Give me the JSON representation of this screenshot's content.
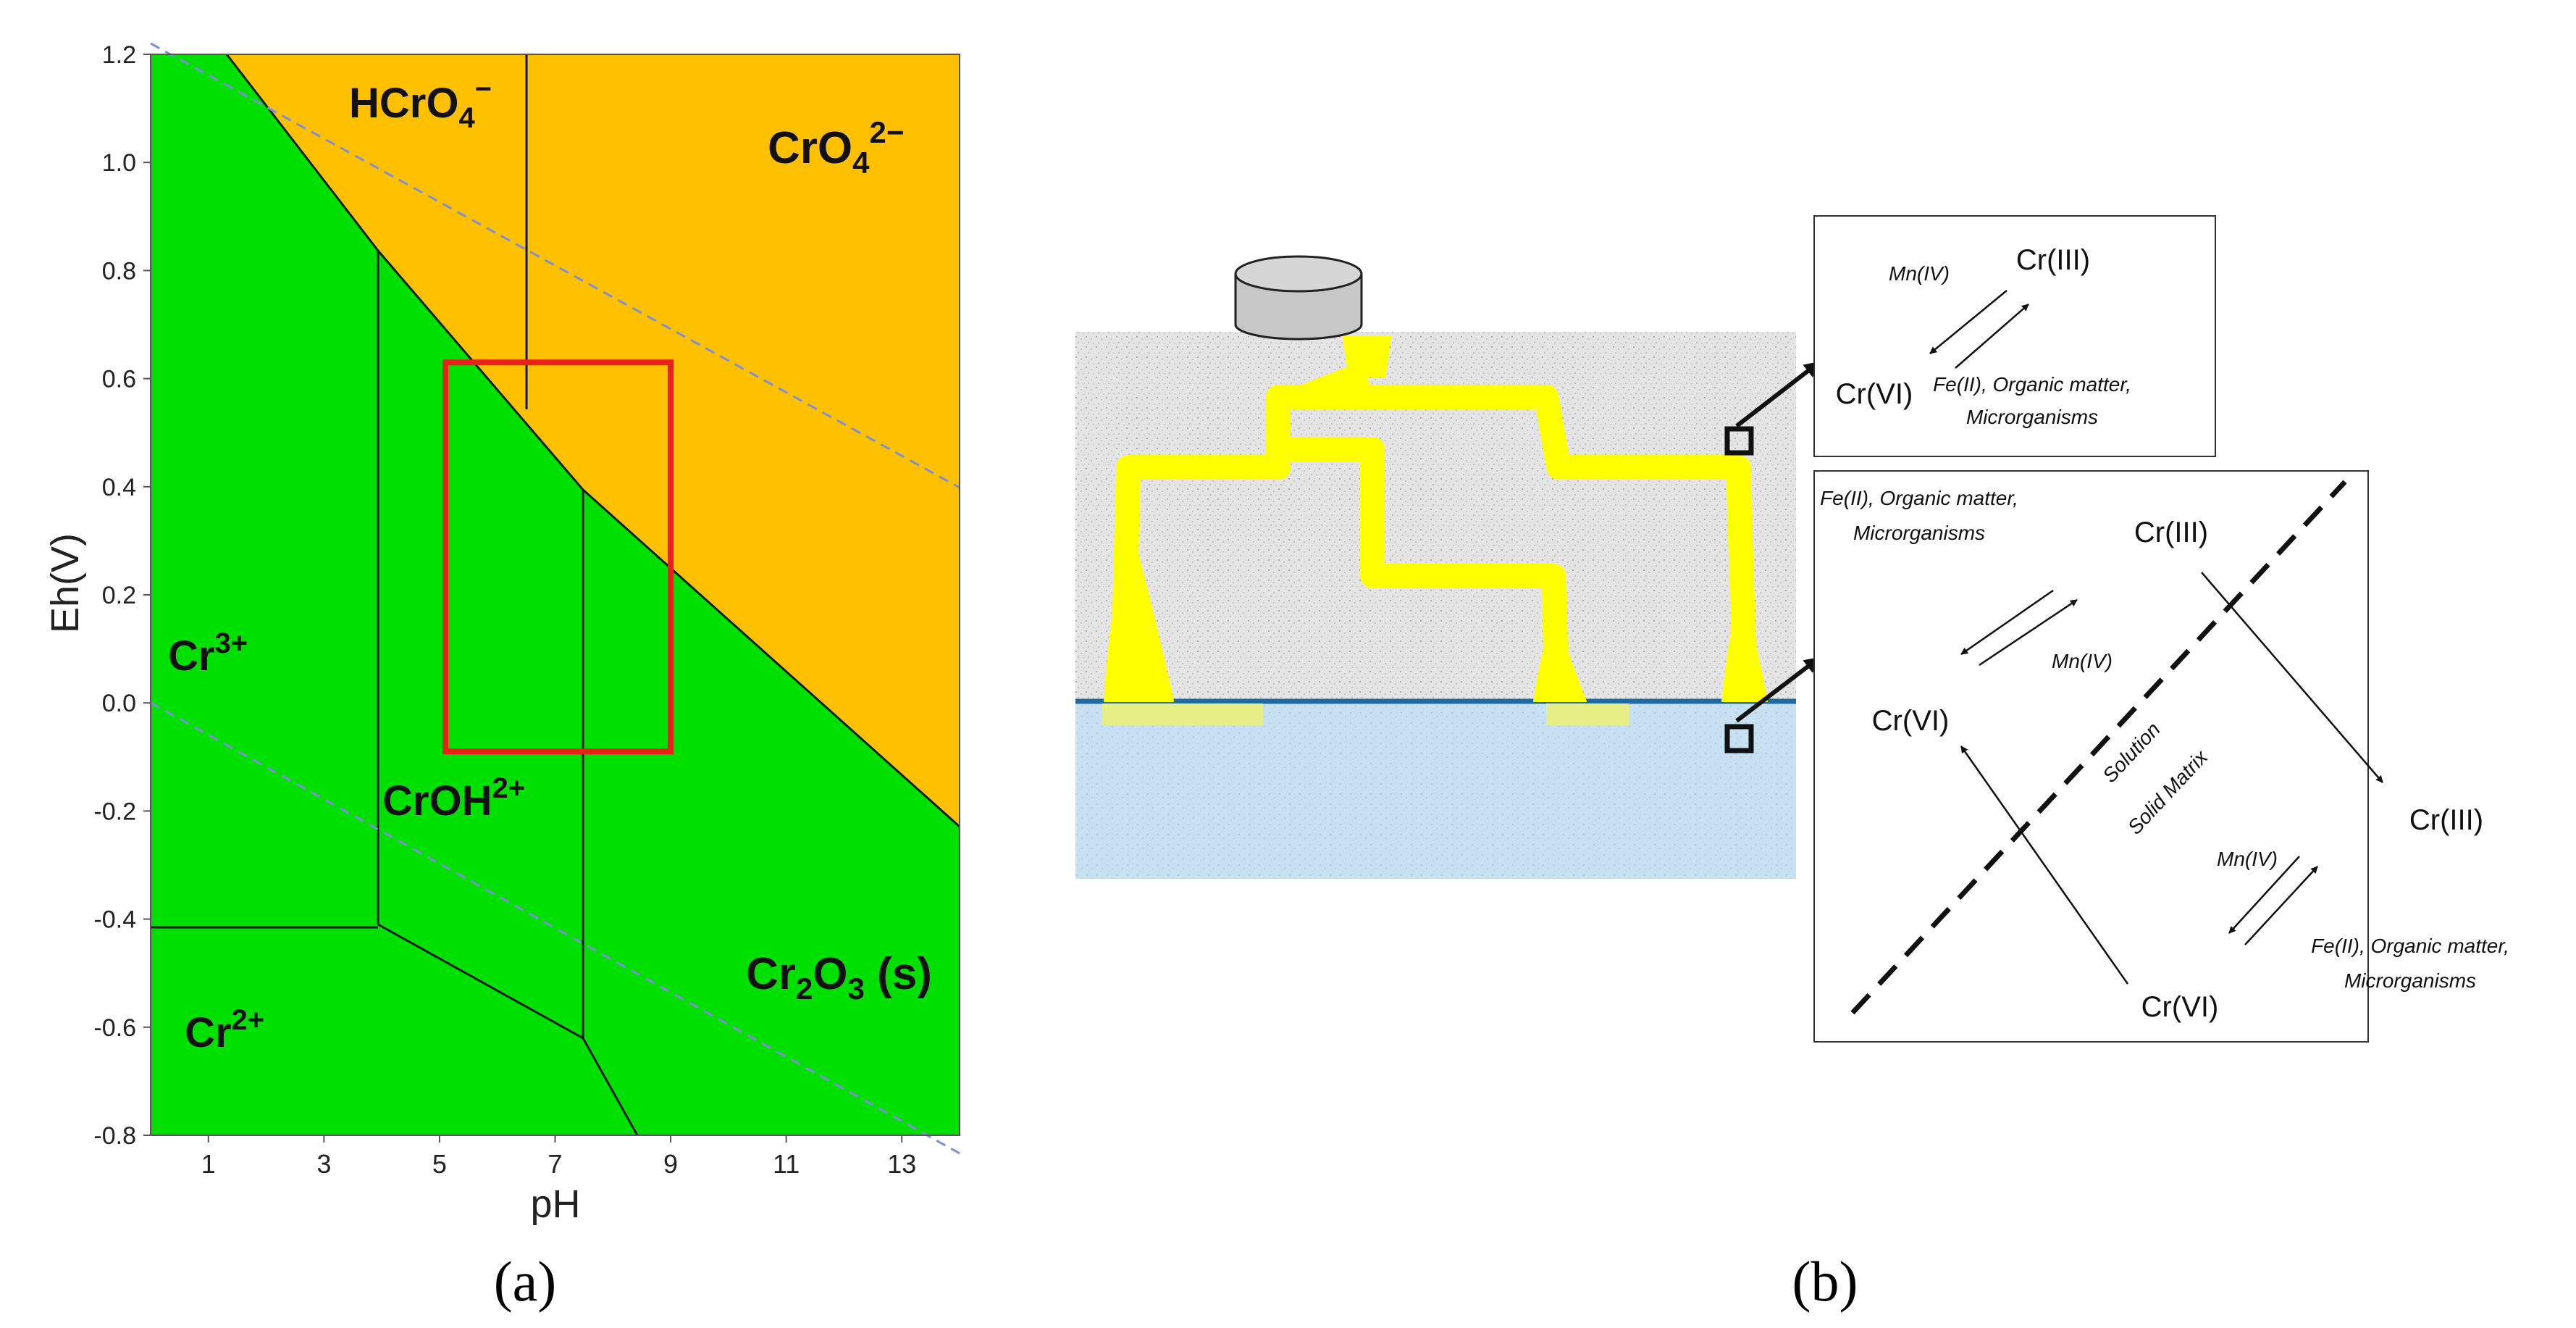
{
  "panel_a": {
    "caption": "(a)",
    "xlabel": "pH",
    "ylabel": "Eh(V)",
    "x_ticks": [
      "1",
      "3",
      "5",
      "7",
      "9",
      "11",
      "13"
    ],
    "y_ticks": [
      "1.2",
      "1.0",
      "0.8",
      "0.6",
      "0.4",
      "0.2",
      "0.0",
      "-0.2",
      "-0.4",
      "-0.6",
      "-0.8"
    ],
    "xlim": [
      0,
      14
    ],
    "ylim": [
      -0.8,
      1.2
    ],
    "colors": {
      "stable_field": "#00e000",
      "oxidized_field": "#ffc000",
      "highlight_box": "#e8221b"
    },
    "species": {
      "hcro4": {
        "base": "HCrO",
        "sub": "4",
        "sup": "−"
      },
      "cro4": {
        "base": "CrO",
        "sub": "4",
        "sup": "2−"
      },
      "cr3": {
        "base": "Cr",
        "sup": "3+"
      },
      "croh": {
        "base": "CrOH",
        "sup": "2+"
      },
      "cr2": {
        "base": "Cr",
        "sup": "2+"
      },
      "cr2o3": {
        "base": "Cr",
        "sub": "2",
        "mid": "O",
        "sub2": "3",
        "tail": " (s)"
      }
    },
    "highlight_region": {
      "ph": [
        5.1,
        9.0
      ],
      "eh": [
        -0.09,
        0.63
      ]
    }
  },
  "panel_b": {
    "caption": "(b)",
    "colors": {
      "plume": "#ffff00",
      "soil": "#e2e2e2",
      "groundwater": "#c5e0f3",
      "water_table": "#1f6aa5"
    },
    "top_box": {
      "cr3": "Cr(III)",
      "cr6": "Cr(VI)",
      "oxidant": "Mn(IV)",
      "reductants_line1": "Fe(II), Organic matter,",
      "reductants_line2": "Microrganisms"
    },
    "bottom_box": {
      "reductants_tl_line1": "Fe(II), Organic matter,",
      "reductants_tl_line2": "Microrganisms",
      "cr3_top": "Cr(III)",
      "oxidant_mid": "Mn(IV)",
      "cr6_left": "Cr(VI)",
      "solution": "Solution",
      "solid_matrix": "Solid Matrix",
      "cr3_right": "Cr(III)",
      "oxidant_bottom": "Mn(IV)",
      "cr6_bottom": "Cr(VI)",
      "reductants_br_line1": "Fe(II), Organic matter,",
      "reductants_br_line2": "Microrganisms"
    }
  }
}
